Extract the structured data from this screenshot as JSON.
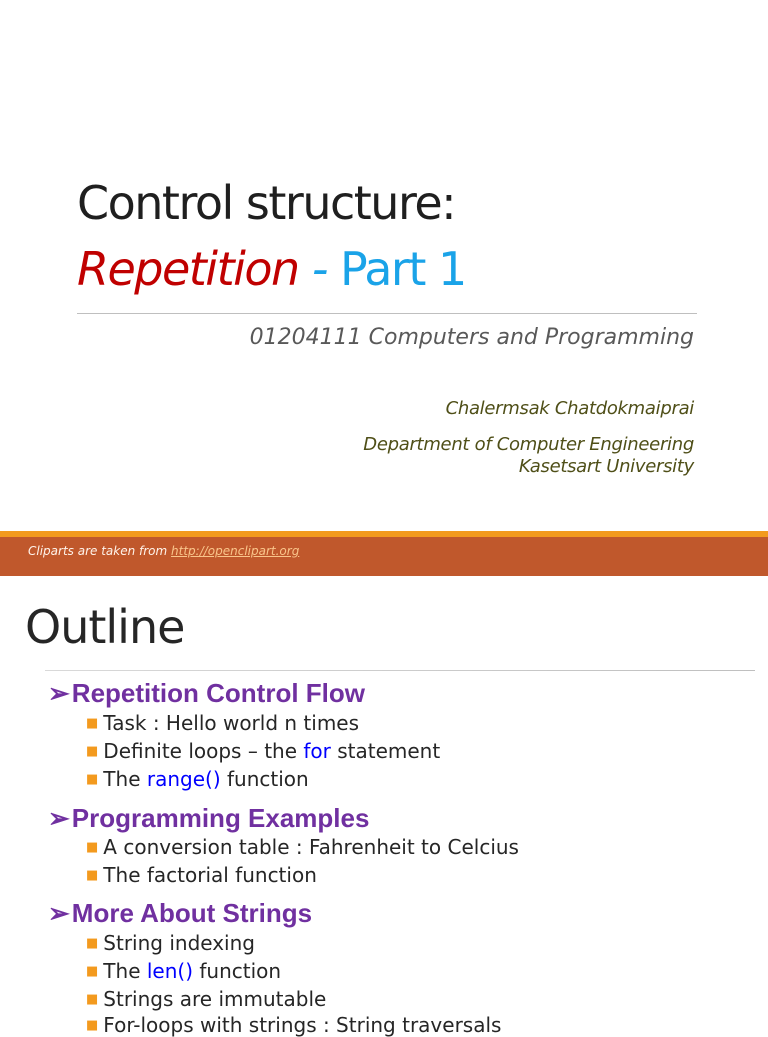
{
  "slide1": {
    "title_line1": "Control structure:",
    "title_repetition": "Repetition",
    "title_dash": " - ",
    "title_part": "Part 1",
    "course": "01204111 Computers and Programming",
    "author": "Chalermsak Chatdokmaiprai",
    "department": "Department of Computer Engineering",
    "university": "Kasetsart University",
    "footer_text": "Cliparts are taken from ",
    "footer_link": "http://openclipart.org"
  },
  "slide2": {
    "title": "Outline",
    "arrow_glyph": "➢",
    "bullet_glyph": "■",
    "sections": [
      {
        "heading": "Repetition Control Flow",
        "items": [
          {
            "pre": "Task : Hello world n times",
            "kw": "",
            "post": ""
          },
          {
            "pre": "Definite loops – the ",
            "kw": "for",
            "post": " statement"
          },
          {
            "pre": "The ",
            "kw": "range()",
            "post": " function"
          }
        ]
      },
      {
        "heading": "Programming Examples",
        "items": [
          {
            "pre": "A conversion table : Fahrenheit to Celcius",
            "kw": "",
            "post": ""
          },
          {
            "pre": "The factorial function",
            "kw": "",
            "post": ""
          }
        ]
      },
      {
        "heading": "More About Strings",
        "items": [
          {
            "pre": "String indexing",
            "kw": "",
            "post": ""
          },
          {
            "pre": "The ",
            "kw": "len()",
            "post": " function"
          },
          {
            "pre": "Strings are immutable",
            "kw": "",
            "post": ""
          },
          {
            "pre": "For-loops with strings : String traversals",
            "kw": "",
            "post": ""
          }
        ]
      }
    ]
  },
  "colors": {
    "repetition_red": "#c00000",
    "part_blue": "#1aa3e8",
    "section_purple": "#7030a0",
    "bullet_orange": "#f39a1e",
    "keyword_blue": "#0000ff",
    "footer_band": "#c0582c"
  }
}
